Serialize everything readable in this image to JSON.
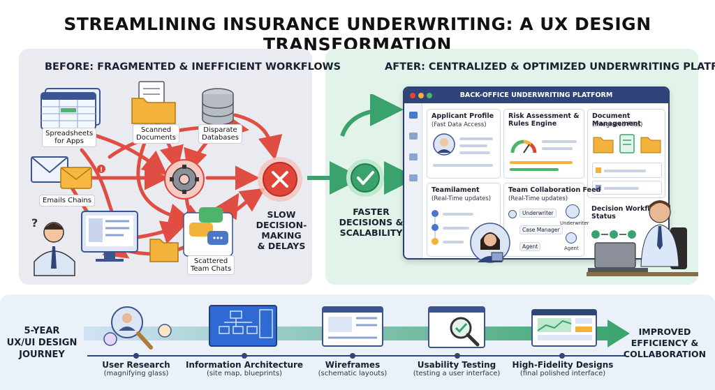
{
  "title": "STREAMLINING INSURANCE UNDERWRITING: A UX DESIGN TRANSFORMATION",
  "before": {
    "heading": "BEFORE: FRAGMENTED & INEFFICIENT WORKFLOWS",
    "spreadsheets": "Spreadsheets\nfor Apps",
    "scanned": "Scanned\nDocuments",
    "databases": "Disparate\nDatabases",
    "emails": "Emails Chains",
    "chats": "Scattered\nTeam Chats",
    "slow": "SLOW\nDECISION-MAKING\n& DELAYS"
  },
  "transition": {
    "faster": "FASTER\nDECISIONS &\nSCALABILITY"
  },
  "after": {
    "heading": "AFTER: CENTRALIZED & OPTIMIZED UNDERWRITING PLATFORM",
    "window_title": "BACK-OFFICE UNDERWRITING PLATFORM",
    "applicant_title": "Applicant Profile",
    "applicant_sub": "(Fast Data Access)",
    "risk_title": "Risk Assessment &\nRules Engine",
    "docs_title": "Document Management",
    "docs_sub": "(Integrated Files)",
    "team_title": "Teamilament",
    "team_sub": "(Real-Time updates)",
    "collab_title": "Team Collaboration Feed",
    "collab_sub": "(Real-Time updates)",
    "collab_underwriter": "Underwriter",
    "collab_case_manager": "Case Manager",
    "collab_agent": "Agent",
    "collab_underwriter_avatar": "Underwriter",
    "collab_agent_avatar": "Agent",
    "decision_title": "Decision Workflow\nStatus"
  },
  "journey": {
    "label": "5-YEAR\nUX/UI DESIGN\nJOURNEY",
    "result": "IMPROVED\nEFFICIENCY &\nCOLLABORATION",
    "steps": [
      {
        "name": "User Research",
        "sub": "(magnifying glass)"
      },
      {
        "name": "Information Architecture",
        "sub": "(site map, blueprints)"
      },
      {
        "name": "Wireframes",
        "sub": "(schematic layouts)"
      },
      {
        "name": "Usability Testing",
        "sub": "(testing a user interface)"
      },
      {
        "name": "High-Fidelity Designs",
        "sub": "(final polished interface)"
      }
    ]
  },
  "colors": {
    "red_arrow": "#e0453a",
    "green_arrow": "#3aa36d",
    "navy": "#2f4478",
    "before_bg": "#e9ebf1",
    "after_bg": "#e2f4ea"
  }
}
